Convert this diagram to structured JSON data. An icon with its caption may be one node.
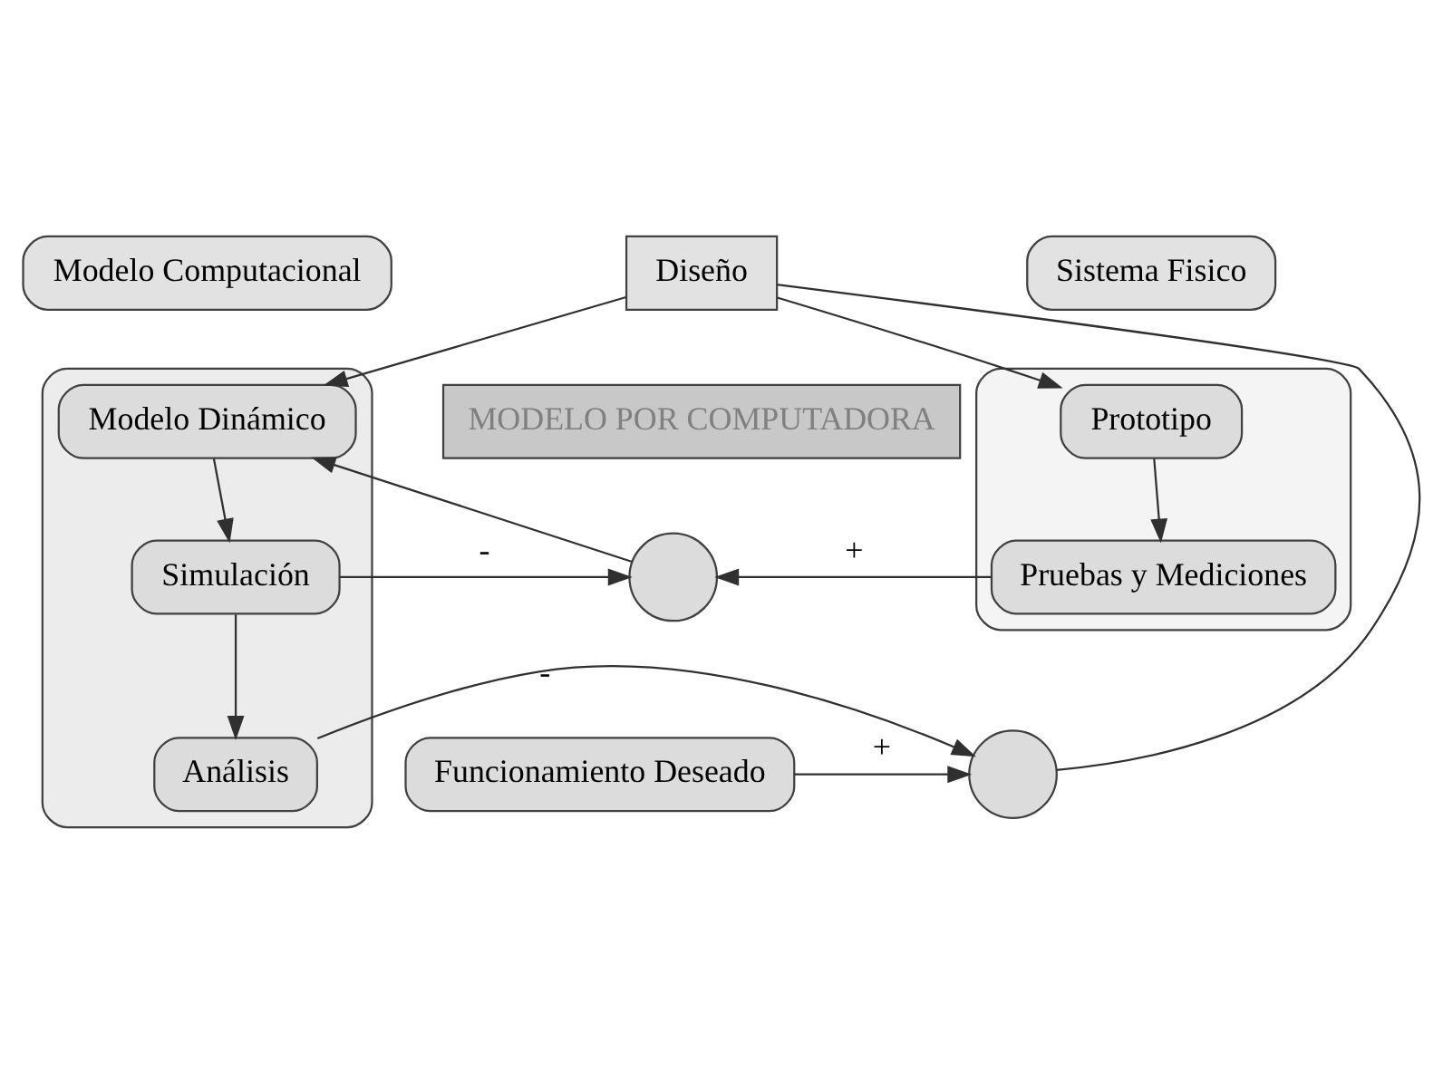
{
  "diagram": {
    "nodes": [
      {
        "text": [
          "Modelo Computacional"
        ]
      },
      {
        "text": [
          "Sistema Fisico"
        ]
      },
      {
        "text": [
          "Diseño"
        ]
      },
      {
        "text": [],
        "shape": "box"
      },
      {
        "text": [
          "Modelo Dinámico"
        ],
        "in": 3
      },
      {
        "text": [
          "Simulación"
        ],
        "in": 3
      },
      {
        "text": [
          "Análisis"
        ],
        "in": 3
      },
      {
        "text": [
          "MODELO POR COMPUTADORA"
        ]
      },
      {
        "text": [],
        "shape": "box"
      },
      {
        "text": [
          "Prototipo"
        ],
        "in": 8
      },
      {
        "text": [
          "Pruebas y Mediciones"
        ],
        "in": 8
      },
      {
        "text": [],
        "shape": "circle"
      },
      {
        "text": [],
        "shape": "circle"
      },
      {
        "text": [
          "Funcionamiento Deseado"
        ]
      }
    ],
    "edges": [
      {
        "from": 2,
        "to": 4,
        "arrow": "to"
      },
      {
        "from": 2,
        "to": 9,
        "arrow": "to"
      },
      {
        "from": 4,
        "to": 5,
        "arrow": "to"
      },
      {
        "from": 5,
        "to": 6,
        "arrow": "to"
      },
      {
        "from": 9,
        "to": 10,
        "arrow": "to"
      },
      {
        "from": 5,
        "to": 11,
        "arrow": "to",
        "label": "-"
      },
      {
        "from": 10,
        "to": 11,
        "arrow": "to",
        "label": "+"
      },
      {
        "from": 11,
        "to": 4,
        "arrow": "to"
      },
      {
        "from": 6,
        "to": 12,
        "arrow": "to",
        "label": "-"
      },
      {
        "from": 13,
        "to": 12,
        "arrow": "to",
        "label": "+"
      },
      {
        "from": 12,
        "to": 2,
        "arrow": "none"
      }
    ]
  }
}
